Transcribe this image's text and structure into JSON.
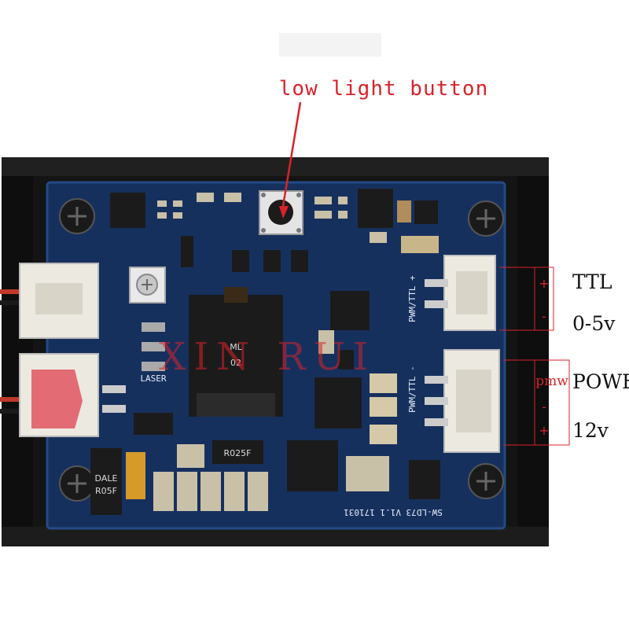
{
  "callout": {
    "label": "low light button",
    "color": "#d8232a"
  },
  "connectors": {
    "ttl": {
      "plus": "+",
      "minus": "-",
      "label_top": "TTL",
      "label_bottom": "0-5v"
    },
    "power": {
      "pmw": "pmw",
      "minus": "-",
      "plus": "+",
      "label_top": "POWER",
      "label_bottom": "12v"
    }
  },
  "silkscreen": {
    "board_id": "SW-LD73 V1.1 171031",
    "laser": "LASER",
    "pwm_ttl_top": "PWM/TTL +",
    "pwm_ttl_bottom": "PWM/TTL -",
    "resistor_top": "R025F",
    "dale_1": "DALE",
    "dale_2": "R05F",
    "inductor_1": "ML",
    "inductor_2": "02"
  },
  "watermark": "XIN RUI",
  "colors": {
    "pcb": "#16305e",
    "heatsink": "#141414",
    "connector": "#ece9e0",
    "connector_red": "#e36b74",
    "accent": "#d8232a"
  }
}
